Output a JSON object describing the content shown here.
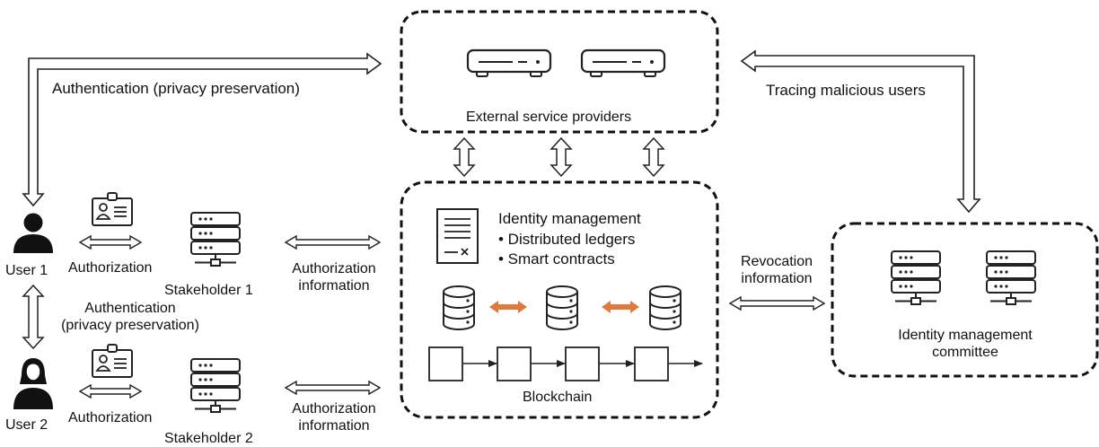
{
  "providers": {
    "label": "External service providers"
  },
  "links": {
    "authentication_top": "Authentication (privacy preservation)",
    "tracing": "Tracing malicious users",
    "authentication_users_line1": "Authentication",
    "authentication_users_line2": "(privacy preservation)",
    "revocation_line1": "Revocation",
    "revocation_line2": "information"
  },
  "users": [
    {
      "name": "User 1",
      "authorization": "Authorization",
      "stakeholder": "Stakeholder 1",
      "info_line1": "Authorization",
      "info_line2": "information"
    },
    {
      "name": "User 2",
      "authorization": "Authorization",
      "stakeholder": "Stakeholder 2",
      "info_line1": "Authorization",
      "info_line2": "information"
    }
  ],
  "blockchain": {
    "title": "Identity management",
    "bullets": [
      "• Distributed ledgers",
      "• Smart contracts"
    ],
    "label": "Blockchain"
  },
  "committee": {
    "line1": "Identity management",
    "line2": "committee"
  },
  "colors": {
    "stroke": "#222222",
    "sync_arrow": "#e07a3c",
    "background": "#ffffff"
  },
  "icons": [
    "router-icon",
    "server-rack-icon",
    "database-icon",
    "id-card-icon",
    "user-male-icon",
    "user-female-icon",
    "contract-document-icon",
    "block-icon"
  ]
}
